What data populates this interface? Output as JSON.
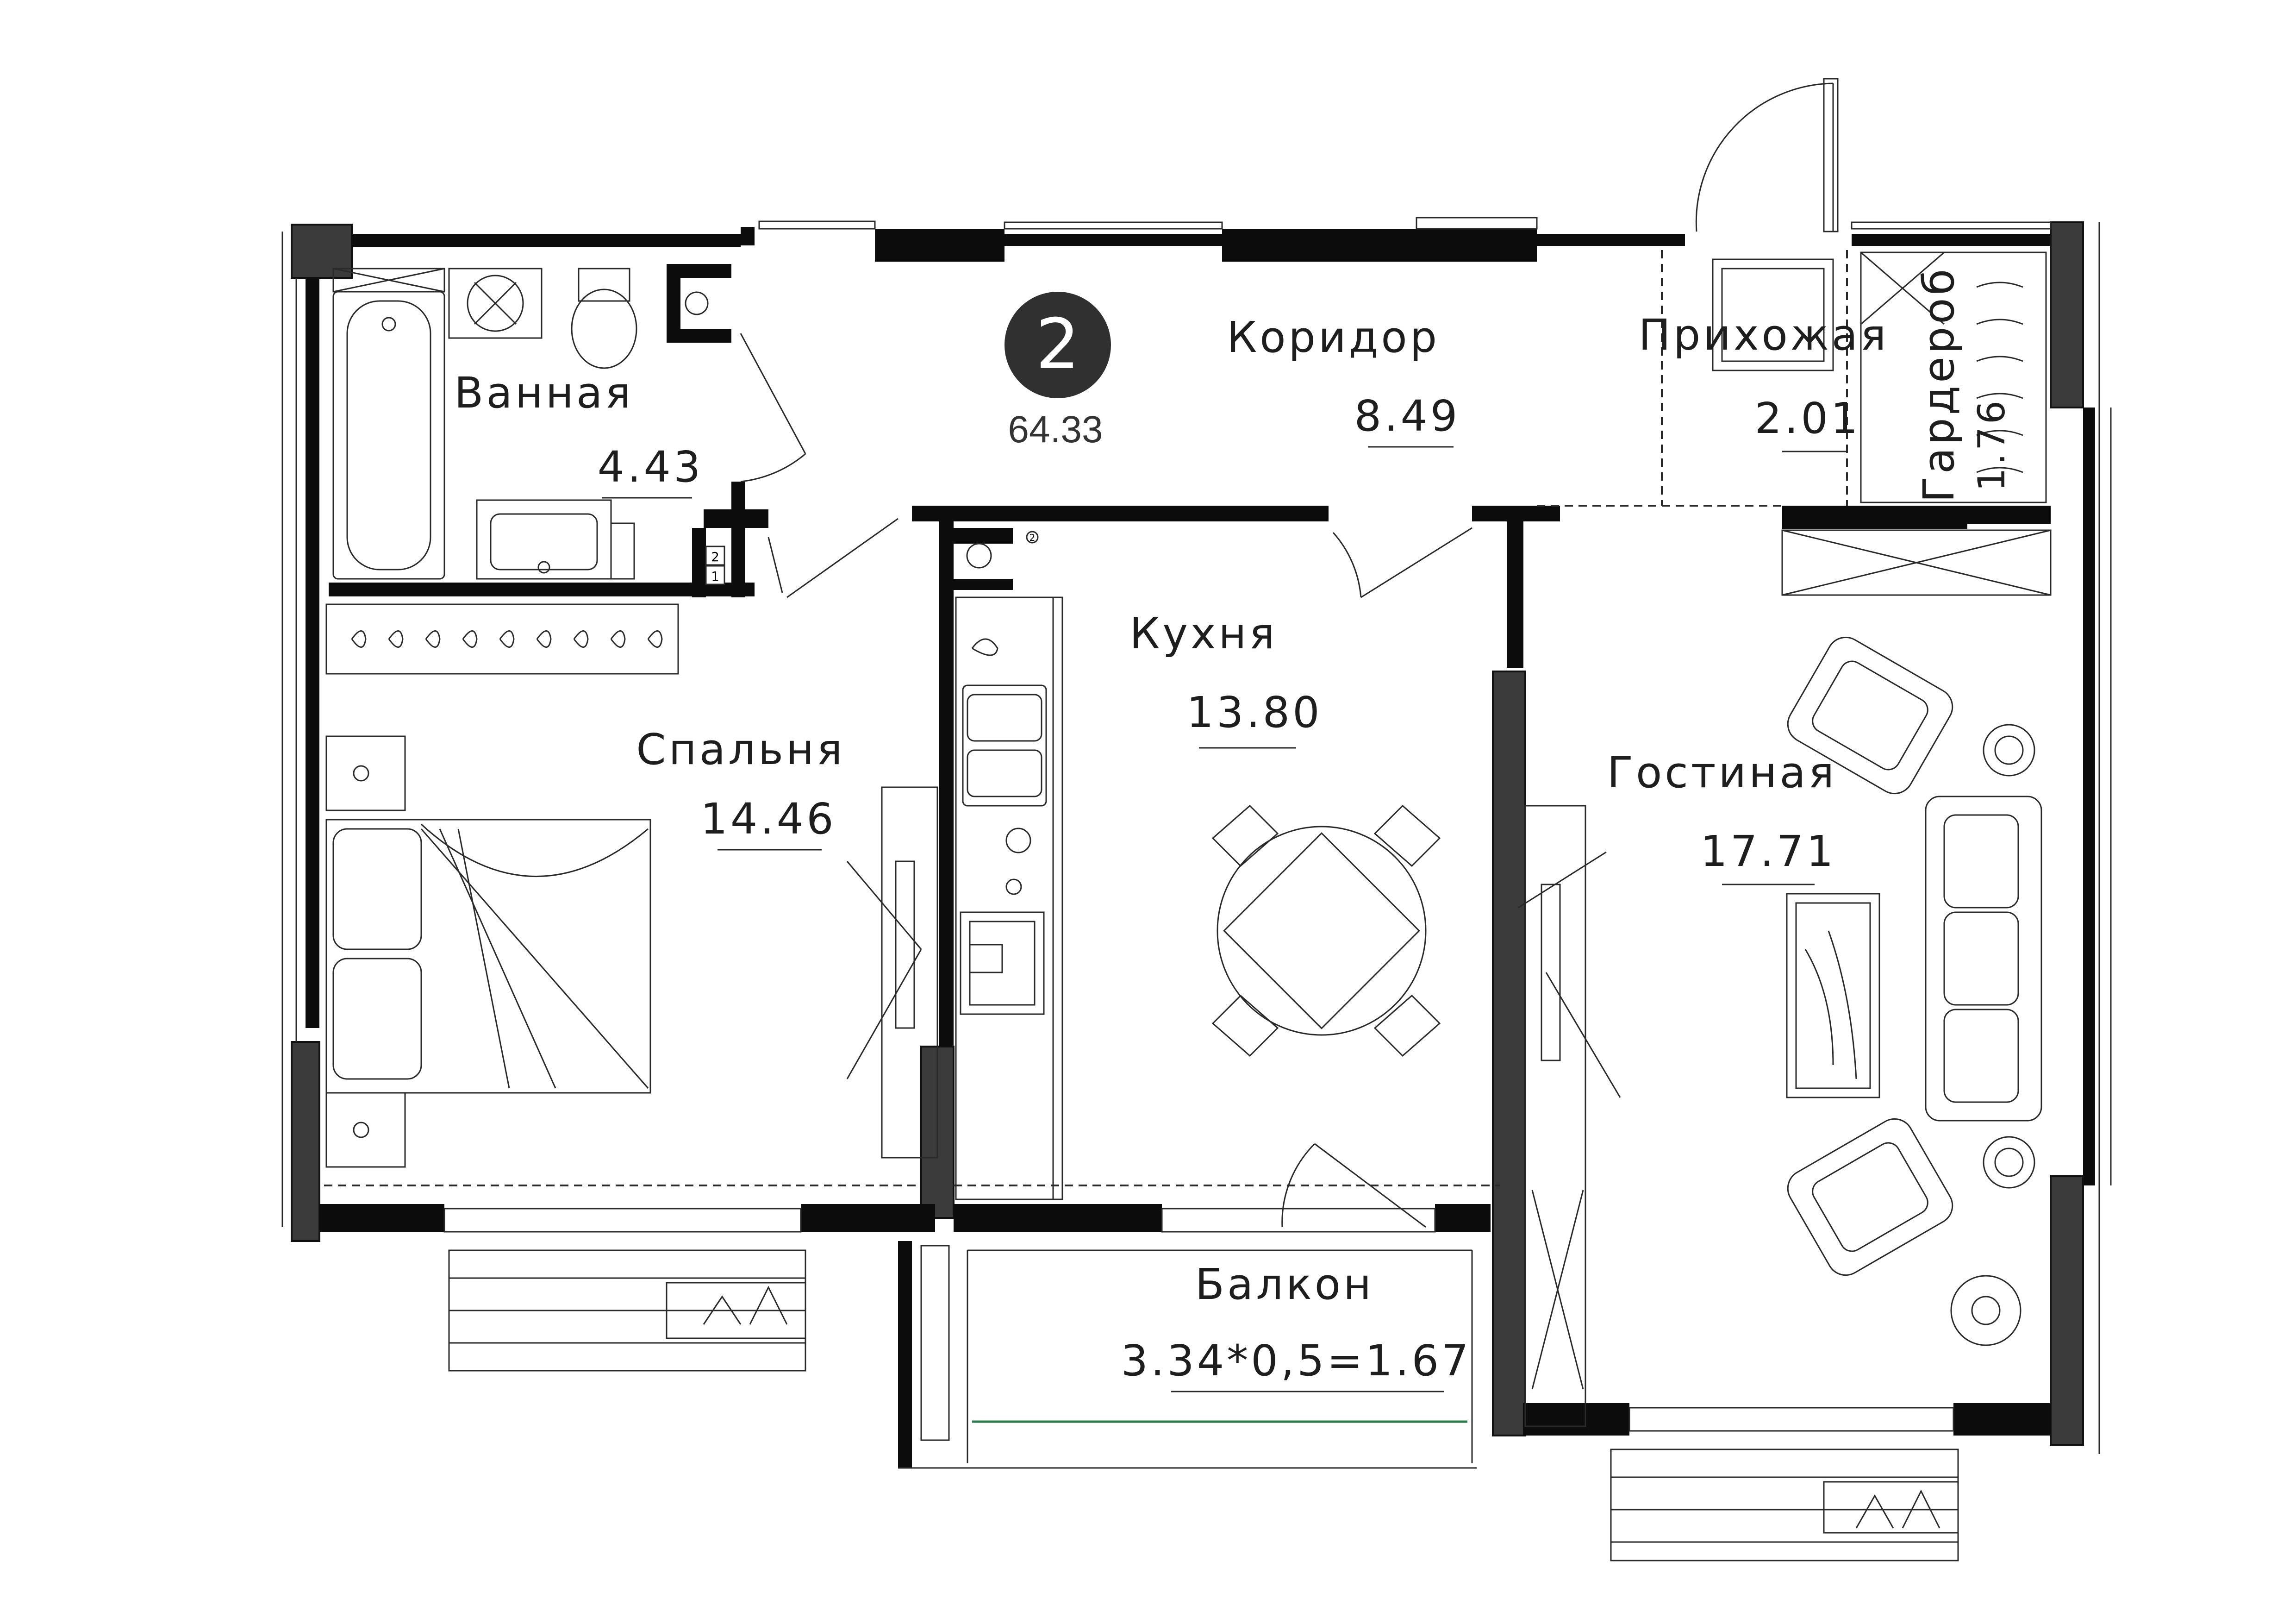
{
  "apartment": {
    "rooms_count": "2",
    "total_area": "64.33",
    "badge_color": "#303030"
  },
  "rooms": {
    "bathroom": {
      "name": "Ванная",
      "area": "4.43"
    },
    "corridor": {
      "name": "Коридор",
      "area": "8.49"
    },
    "hallway": {
      "name": "Прихожая",
      "area": "2.01"
    },
    "wardrobe": {
      "name": "Гардероб",
      "area": "1.76"
    },
    "bedroom": {
      "name": "Спальня",
      "area": "14.46"
    },
    "kitchen": {
      "name": "Кухня",
      "area": "13.80"
    },
    "living": {
      "name": "Гостиная",
      "area": "17.71"
    },
    "balcony": {
      "name": "Балкон",
      "area": "3.34*0,5=1.67"
    }
  },
  "riser_marks": {
    "upper": "2",
    "lower": "1",
    "kitchen": "2"
  },
  "colors": {
    "wall": "#0c0c0c",
    "column": "#3b3b3b",
    "glazing": "#2e7d4f"
  }
}
